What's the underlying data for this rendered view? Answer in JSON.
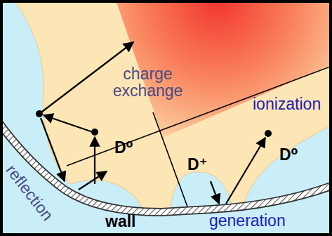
{
  "diagram": {
    "labels": [
      "charge exchange",
      "ionization",
      "reflection",
      "D⁰",
      "D⁺",
      "D⁰",
      "wall",
      "generation"
    ]
  }
}
